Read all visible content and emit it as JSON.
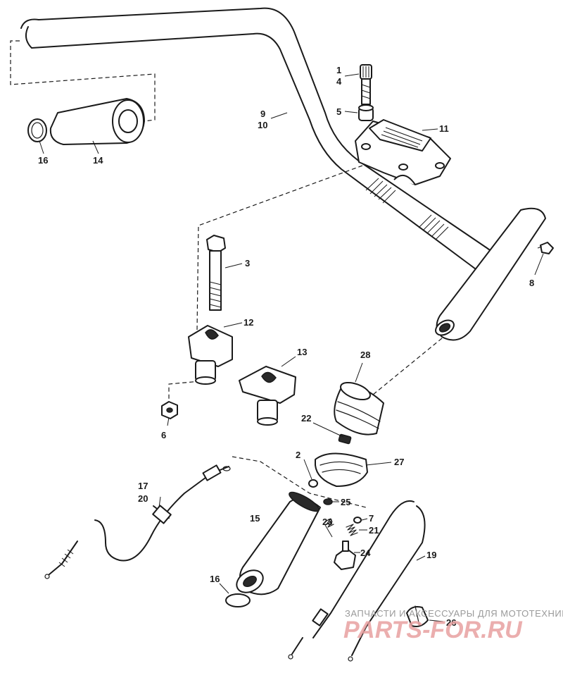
{
  "labels": {
    "l1": "1",
    "l4": "4",
    "l5": "5",
    "l9": "9",
    "l10": "10",
    "l11": "11",
    "l16a": "16",
    "l14": "14",
    "l3": "3",
    "l8": "8",
    "l12": "12",
    "l13": "13",
    "l6": "6",
    "l28": "28",
    "l22": "22",
    "l2": "2",
    "l27": "27",
    "l17": "17",
    "l20": "20",
    "l25": "25",
    "l23": "23",
    "l7": "7",
    "l21": "21",
    "l24": "24",
    "l15": "15",
    "l19": "19",
    "l16b": "16",
    "l26": "26"
  },
  "watermark": {
    "text": "ЗАПЧАСТИ И АКСЕССУАРЫ ДЛЯ МОТОТЕХНИКИ",
    "logo": "PARTS-FOR.RU"
  }
}
